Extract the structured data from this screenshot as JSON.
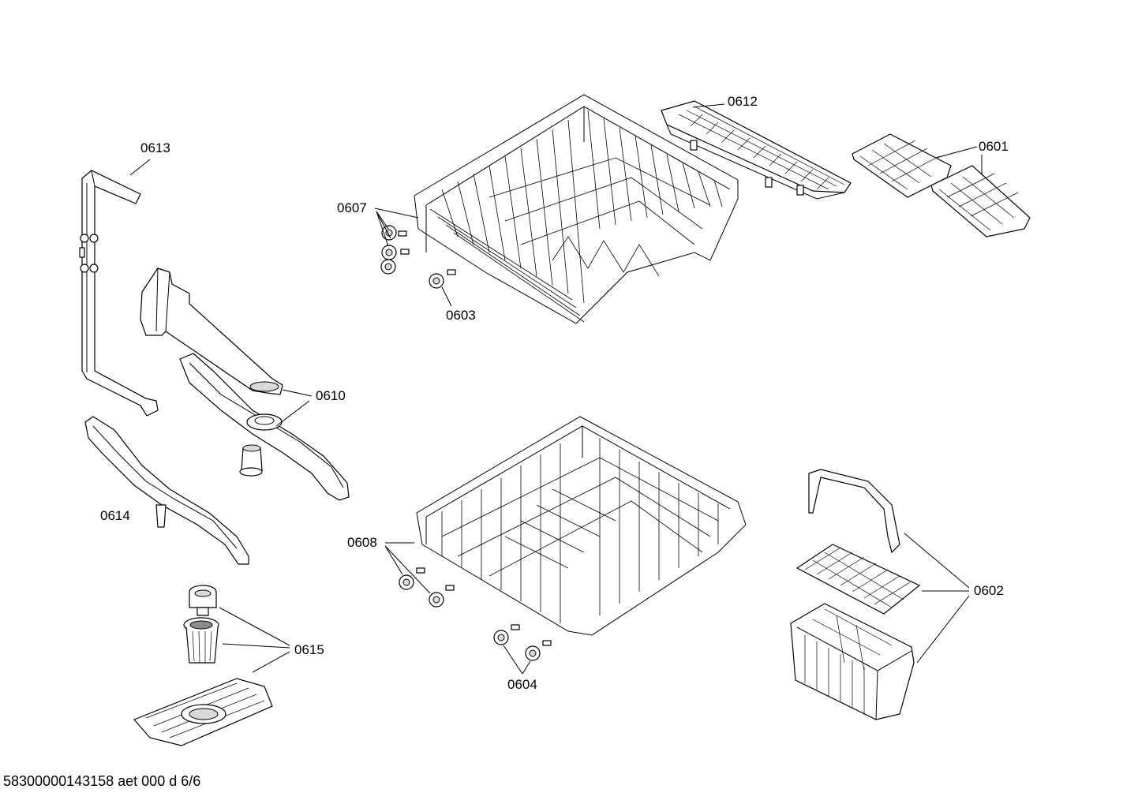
{
  "diagram": {
    "labels": {
      "p0613": "0613",
      "p0607": "0607",
      "p0612": "0612",
      "p0601": "0601",
      "p0603": "0603",
      "p0610": "0610",
      "p0614": "0614",
      "p0608": "0608",
      "p0602": "0602",
      "p0615": "0615",
      "p0604": "0604"
    },
    "footer": "58300000143158 aet 000 d 6/6"
  }
}
